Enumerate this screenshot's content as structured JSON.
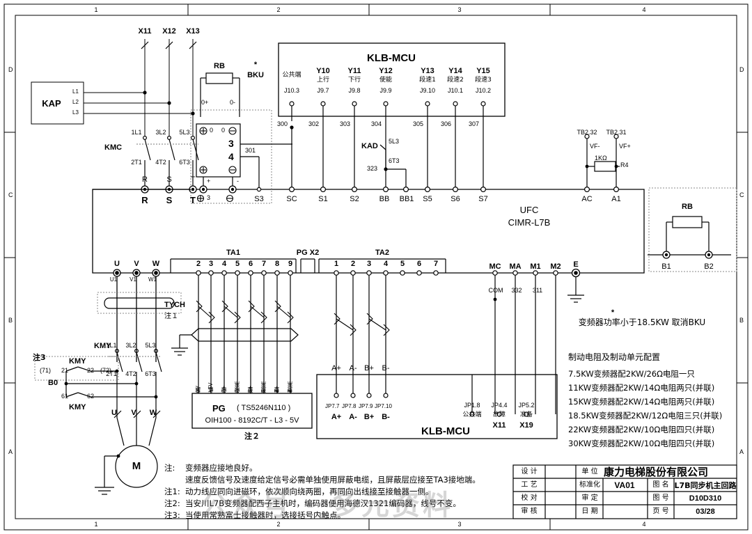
{
  "frame": {
    "rows": [
      "D",
      "C",
      "B",
      "A"
    ],
    "cols": [
      "1",
      "2",
      "3",
      "4"
    ]
  },
  "supply": {
    "kap_label": "KAP",
    "kap_terminals": [
      "L1",
      "L2",
      "L3"
    ],
    "fuse_labels": [
      "X11",
      "X12",
      "X13"
    ],
    "contactor_label": "KMC",
    "contactor_in": [
      "1L1",
      "3L2",
      "5L3"
    ],
    "contactor_out": [
      "2T1",
      "4T2",
      "6T3"
    ],
    "phase_labels": [
      "R",
      "S",
      "T"
    ],
    "terminal_labels": [
      "R",
      "S",
      "T"
    ]
  },
  "bku": {
    "title": "BKU",
    "star": "*",
    "rb_label": "RB",
    "top_terminals": [
      "0+",
      "0-"
    ],
    "inner_top": [
      "0",
      "0"
    ],
    "pin3": "3",
    "pin4": "4",
    "wire301": "301",
    "bottom_signs": [
      "+",
      "-"
    ],
    "bottom_terminals": [
      "3",
      ""
    ],
    "s3_label": "S3"
  },
  "klb_mcu_top": {
    "title": "KLB-MCU",
    "channels": [
      {
        "code": "",
        "fn": "公共端",
        "pin": "J10.3",
        "wire": "300"
      },
      {
        "code": "Y10",
        "fn": "上行",
        "pin": "J9.7",
        "wire": "302"
      },
      {
        "code": "Y11",
        "fn": "下行",
        "pin": "J9.8",
        "wire": "303"
      },
      {
        "code": "Y12",
        "fn": "使能",
        "pin": "J9.9",
        "wire": "304"
      },
      {
        "code": "Y13",
        "fn": "段速1",
        "pin": "J9.10",
        "wire": "305"
      },
      {
        "code": "Y14",
        "fn": "段速2",
        "pin": "J10.1",
        "wire": "306"
      },
      {
        "code": "Y15",
        "fn": "段速3",
        "pin": "J10.2",
        "wire": "307"
      }
    ]
  },
  "kad": {
    "label": "KAD",
    "in": "5L3",
    "out": "6T3",
    "wire": "323"
  },
  "inverter": {
    "name": "UFC",
    "model": "CIMR-L7B",
    "input_terminals": [
      "R",
      "S",
      "T"
    ],
    "output_terminals": [
      "U",
      "V",
      "W"
    ],
    "output_sub": [
      "U1",
      "V1",
      "W1"
    ],
    "signal_terminals": [
      "SC",
      "S1",
      "S2",
      "BB",
      "BB1",
      "S5",
      "S6",
      "S7"
    ],
    "analog_terminals": [
      "AC",
      "A1"
    ],
    "relay_terminals": [
      "MC",
      "MA",
      "M1",
      "M2",
      "E"
    ],
    "relay_wires": [
      "COM",
      "332",
      "311"
    ]
  },
  "analog_ref": {
    "tb_labels": [
      "TB2.32",
      "TB2.31"
    ],
    "vf_labels": [
      "VF-",
      "VF+"
    ],
    "resistor_value": "1KΩ",
    "resistor_ref": "R4"
  },
  "rb_box": {
    "rb_label": "RB",
    "terminals": [
      "B1",
      "B2"
    ]
  },
  "encoder": {
    "ta1_label": "TA1",
    "ta1_pins": [
      "2",
      "3",
      "4",
      "5",
      "6",
      "7",
      "8",
      "9"
    ],
    "pgx2_label": "PG X2",
    "ta2_label": "TA2",
    "ta2_pins": [
      "1",
      "2",
      "3",
      "4",
      "5",
      "6",
      "7"
    ],
    "tych_label": "TYCH",
    "tych_note": "注１",
    "signal_names": [
      "0V",
      "+5V",
      "A+",
      "A-",
      "B+",
      "B-",
      "Z+",
      "Z-"
    ],
    "wire_colors": [
      "黑",
      "红",
      "绿",
      "绿黑",
      "蓝",
      "蓝黑",
      "黄",
      "黄黑"
    ],
    "pg_label": "PG",
    "pg_type": "( TS5246N110 )",
    "pg_model": "OIH100 - 8192C/T - L3 - 5V",
    "pg_note": "注２",
    "ta2_signals": [
      "A+",
      "A-",
      "B+",
      "B-"
    ]
  },
  "klb_mcu_bottom": {
    "title": "KLB-MCU",
    "encoder_pins": [
      "JP7.7",
      "JP7.8",
      "JP7.9",
      "JP7.10"
    ],
    "encoder_signals": [
      "A+",
      "A-",
      "B+",
      "B-"
    ],
    "status_pins": [
      "JP1.8",
      "JP4.4",
      "JP5.2"
    ],
    "status_fn": [
      "公共端",
      "故障",
      "准备"
    ],
    "status_wires": [
      "",
      "X11",
      "X19"
    ]
  },
  "motor": {
    "kmy_label": "KMY",
    "note3": "注3",
    "aux_left": "(71)",
    "aux_21": "21",
    "aux_22": "22",
    "aux_right": "(72)",
    "b0_label": "B0",
    "aux_61": "61",
    "aux_62": "62",
    "kmy_label2": "KMY",
    "kmy_top": "KMY",
    "in": [
      "1L1",
      "3L2",
      "5L3"
    ],
    "out": [
      "2T1",
      "4T2",
      "6T3"
    ],
    "phase": [
      "U",
      "V",
      "W"
    ],
    "phase2": [
      "U",
      "V",
      "W"
    ],
    "motor_symbol": "M"
  },
  "bku_note": {
    "star": "*",
    "text": "变频器功率小于18.5KW 取消BKU"
  },
  "resistor_config": {
    "title": "制动电阻及制动单元配置",
    "lines": [
      "7.5KW变频器配2KW/26Ω电阻一只",
      "11KW变频器配2KW/14Ω电阻两只(并联)",
      "15KW变频器配2KW/14Ω电阻两只(并联)",
      "18.5KW变频器配2KW/12Ω电阻三只(并联)",
      "22KW变频器配2KW/10Ω电阻四只(并联)",
      "30KW变频器配2KW/10Ω电阻四只(并联)"
    ]
  },
  "notes": {
    "items": [
      {
        "tag": "注:",
        "text": "变频器应接地良好。"
      },
      {
        "tag": "",
        "text": "速度反馈信号及速度给定信号必需单独使用屏蔽电缆，且屏蔽层应接至TA3接地端。"
      },
      {
        "tag": "注1:",
        "text": "动力线应同向进磁环，依次顺向绕两圈，再同向出线接至接触器一侧。"
      },
      {
        "tag": "注2:",
        "text": "当安川L7B变频器配西子主机时，编码器便用海德汉1321编码器，线号不变。"
      },
      {
        "tag": "注3:",
        "text": "当使用常熟富士接触器时，选接括号内触点。"
      }
    ]
  },
  "titleblock": {
    "rows": [
      {
        "label": "设 计",
        "value": ""
      },
      {
        "label": "工 艺",
        "value": ""
      },
      {
        "label": "校 对",
        "value": ""
      },
      {
        "label": "审 核",
        "value": ""
      }
    ],
    "mid": [
      {
        "label": "单 位",
        "value": ""
      },
      {
        "label": "标准化",
        "value": "VA01"
      },
      {
        "label": "审 定",
        "value": ""
      },
      {
        "label": "日 期",
        "value": ""
      }
    ],
    "company": "康力电梯股份有限公司",
    "right": [
      {
        "label": "图 名",
        "value": "L7B同步机主回路"
      },
      {
        "label": "图 号",
        "value": "D10D310"
      },
      {
        "label": "页 号",
        "value": "03/28"
      }
    ]
  },
  "watermark": "公众号 · 多元资料"
}
